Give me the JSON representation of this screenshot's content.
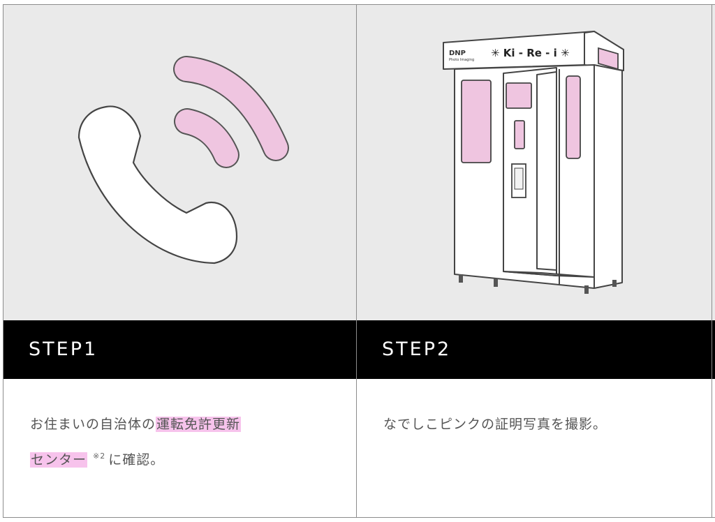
{
  "steps": [
    {
      "label": "STEP1",
      "icon": "phone-call-icon",
      "desc_part1": "お住まいの自治体の",
      "desc_highlight1": "運転免許更新",
      "desc_highlight2": "センター",
      "desc_note": "※2",
      "desc_part2": "に確認。"
    },
    {
      "label": "STEP2",
      "icon": "photo-booth-icon",
      "booth_brand": "DNP",
      "booth_brand_sub": "Photo Imaging",
      "booth_name": "✳ Ki - Re - i ✳",
      "desc": "なでしこピンクの証明写真を撮影。"
    }
  ],
  "colors": {
    "accent_pink": "#efc5e0",
    "highlight_pink": "#f7c3ec",
    "step_bar": "#000000",
    "illustration_bg": "#eaeaea"
  }
}
